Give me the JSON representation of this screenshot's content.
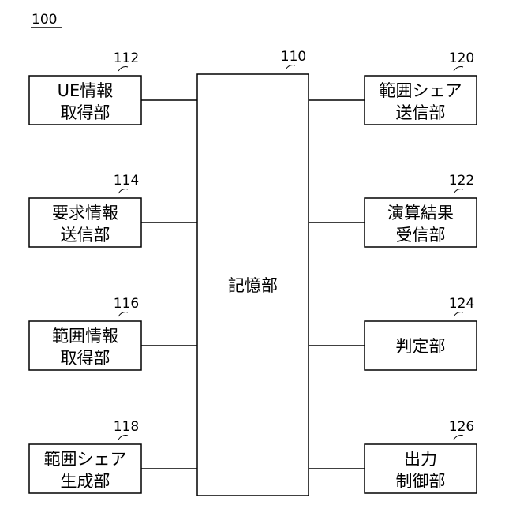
{
  "figure": {
    "id": "100"
  },
  "center": {
    "ref": "110",
    "label": "記憶部"
  },
  "left_units": [
    {
      "ref": "112",
      "lines": [
        "UE情報",
        "取得部"
      ]
    },
    {
      "ref": "114",
      "lines": [
        "要求情報",
        "送信部"
      ]
    },
    {
      "ref": "116",
      "lines": [
        "範囲情報",
        "取得部"
      ]
    },
    {
      "ref": "118",
      "lines": [
        "範囲シェア",
        "生成部"
      ]
    }
  ],
  "right_units": [
    {
      "ref": "120",
      "lines": [
        "範囲シェア",
        "送信部"
      ]
    },
    {
      "ref": "122",
      "lines": [
        "演算結果",
        "受信部"
      ]
    },
    {
      "ref": "124",
      "lines": [
        "判定部"
      ]
    },
    {
      "ref": "126",
      "lines": [
        "出力",
        "制御部"
      ]
    }
  ]
}
